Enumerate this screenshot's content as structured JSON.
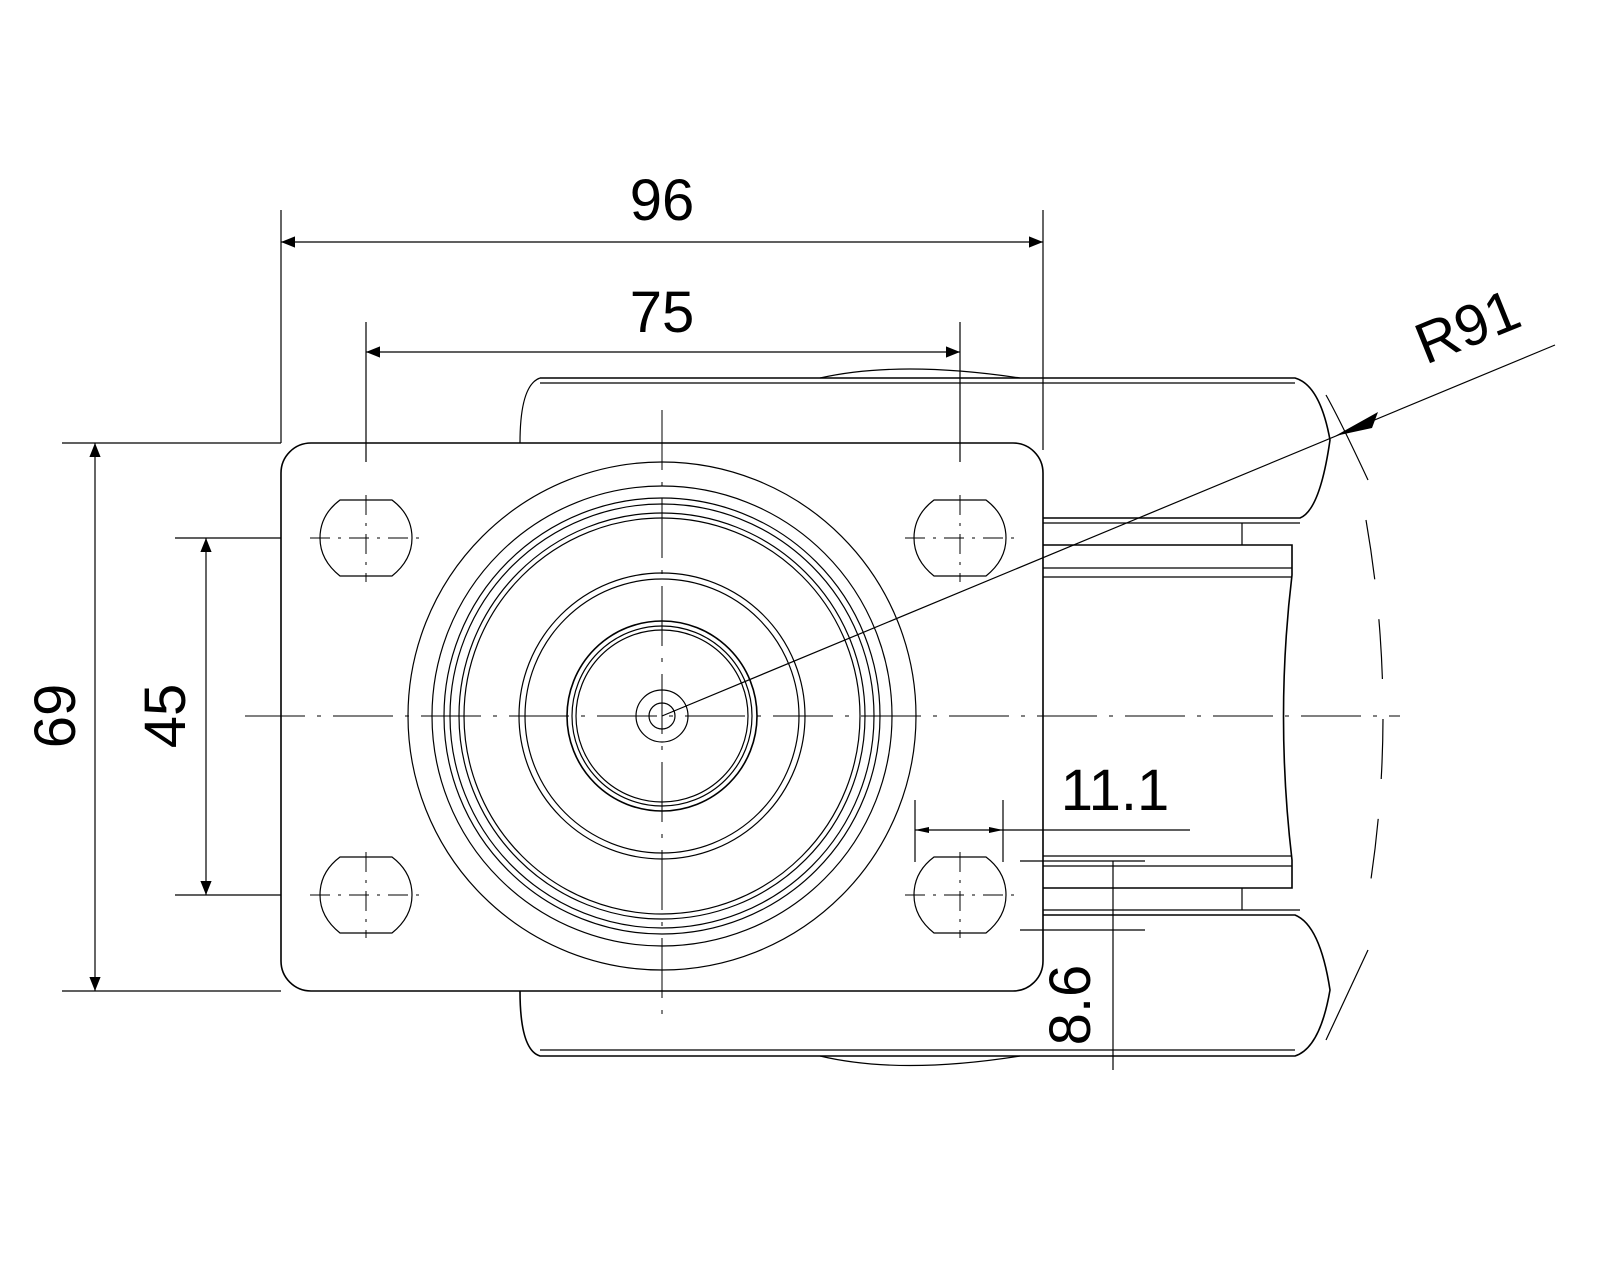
{
  "drawing": {
    "title": "Swivel caster top view",
    "dimensions": {
      "overall_width": "96",
      "hole_spacing_x": "75",
      "overall_height": "69",
      "hole_spacing_y": "45",
      "slot_width": "11.1",
      "slot_height": "8.6",
      "swivel_radius": "R91"
    }
  }
}
